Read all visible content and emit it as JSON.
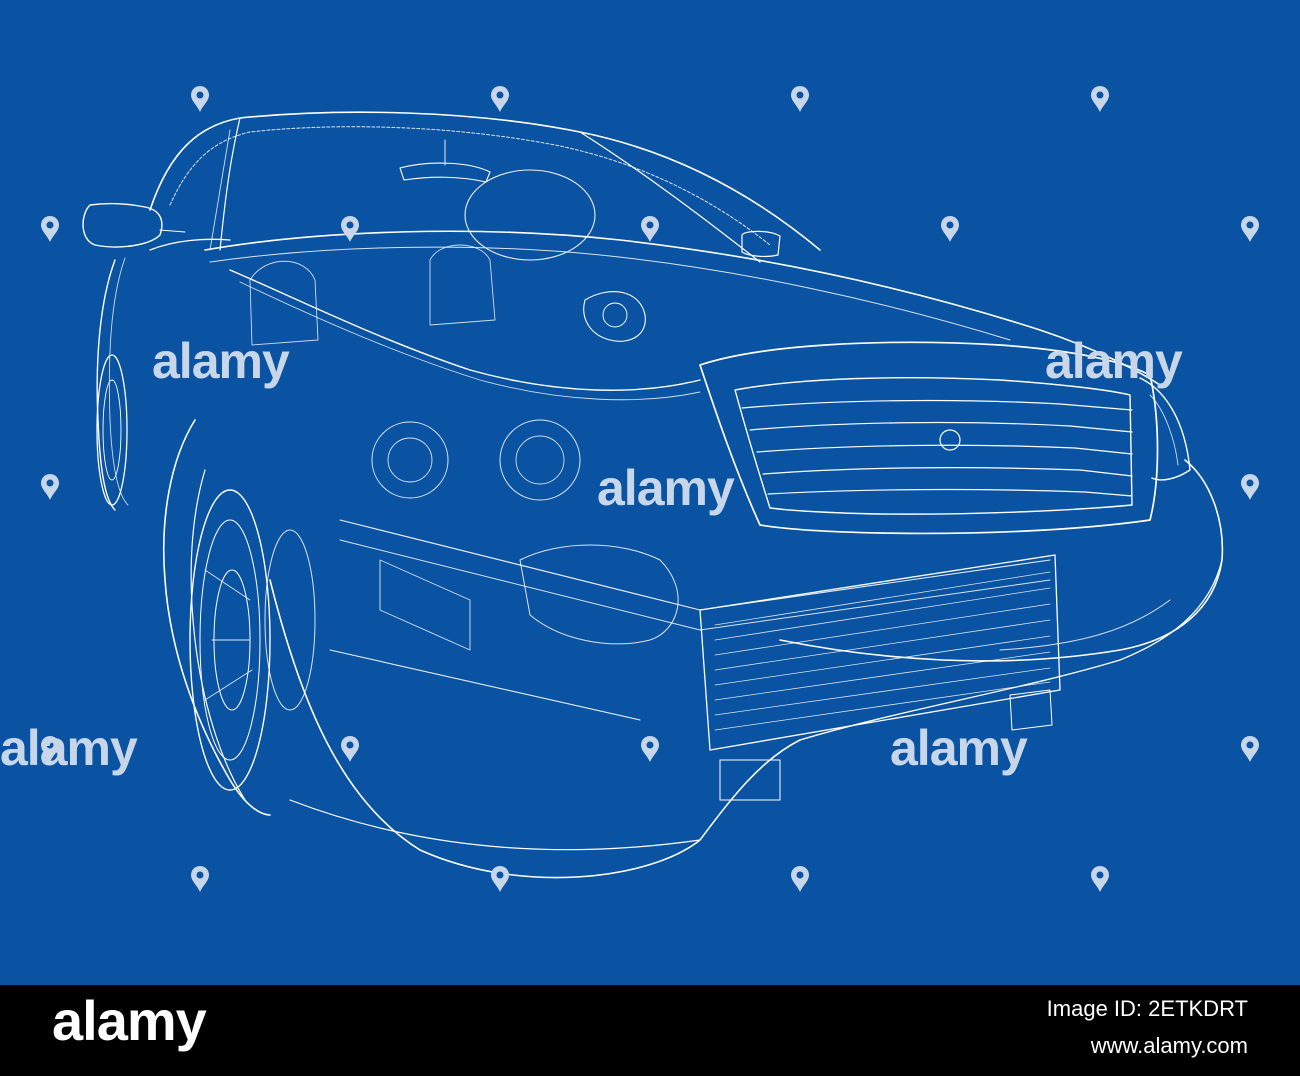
{
  "background_color": "#0a52a2",
  "line_color": "#ffffff",
  "watermark": {
    "brand": "alamy",
    "text_color": "#c8d6ea",
    "icon": "alamy-pin-icon"
  },
  "footer": {
    "logo": "alamy",
    "image_id": "Image ID: 2ETKDRT",
    "url": "www.alamy.com",
    "background": "#000000"
  }
}
